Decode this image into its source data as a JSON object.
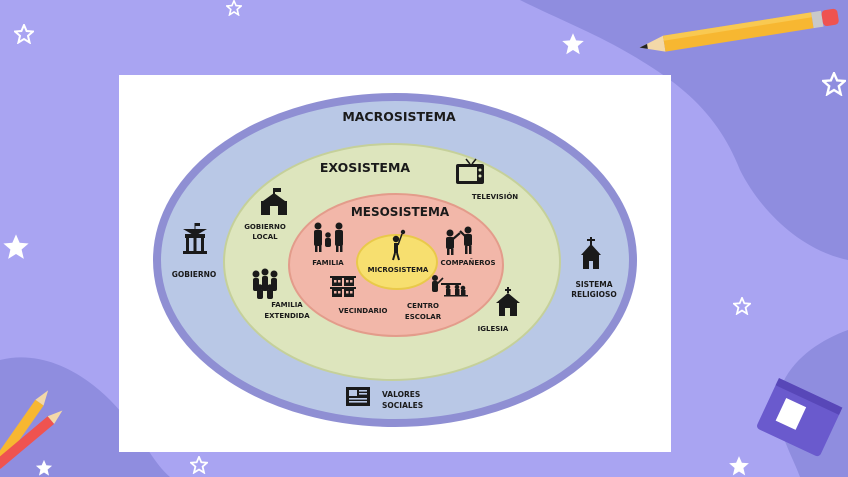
{
  "diagram": {
    "macro": {
      "title": "MACROSISTEMA",
      "items": {
        "gobierno": "GOBIERNO",
        "sistema_religioso_1": "SISTEMA",
        "sistema_religioso_2": "RELIGIOSO",
        "valores_1": "VALORES",
        "valores_2": "SOCIALES"
      }
    },
    "exo": {
      "title": "EXOSISTEMA",
      "items": {
        "gobierno_local_1": "GOBIERNO",
        "gobierno_local_2": "LOCAL",
        "familia_extendida_1": "FAMILIA",
        "familia_extendida_2": "EXTENDIDA",
        "television": "TELEVISIÓN",
        "iglesia": "IGLESIA"
      }
    },
    "meso": {
      "title": "MESOSISTEMA",
      "items": {
        "familia": "FAMILIA",
        "companeros": "COMPAÑEROS",
        "vecindario": "VECINDARIO",
        "centro_escolar_1": "CENTRO",
        "centro_escolar_2": "ESCOLAR"
      }
    },
    "micro": {
      "title": "MICROSISTEMA"
    }
  },
  "colors": {
    "background": "#a9a4f2",
    "macro_ring": "#8f8fd3",
    "macro_fill": "#b9c8e6",
    "exo_fill": "#dde5bd",
    "meso_fill": "#f2b7a9",
    "micro_fill": "#f7df6f"
  }
}
